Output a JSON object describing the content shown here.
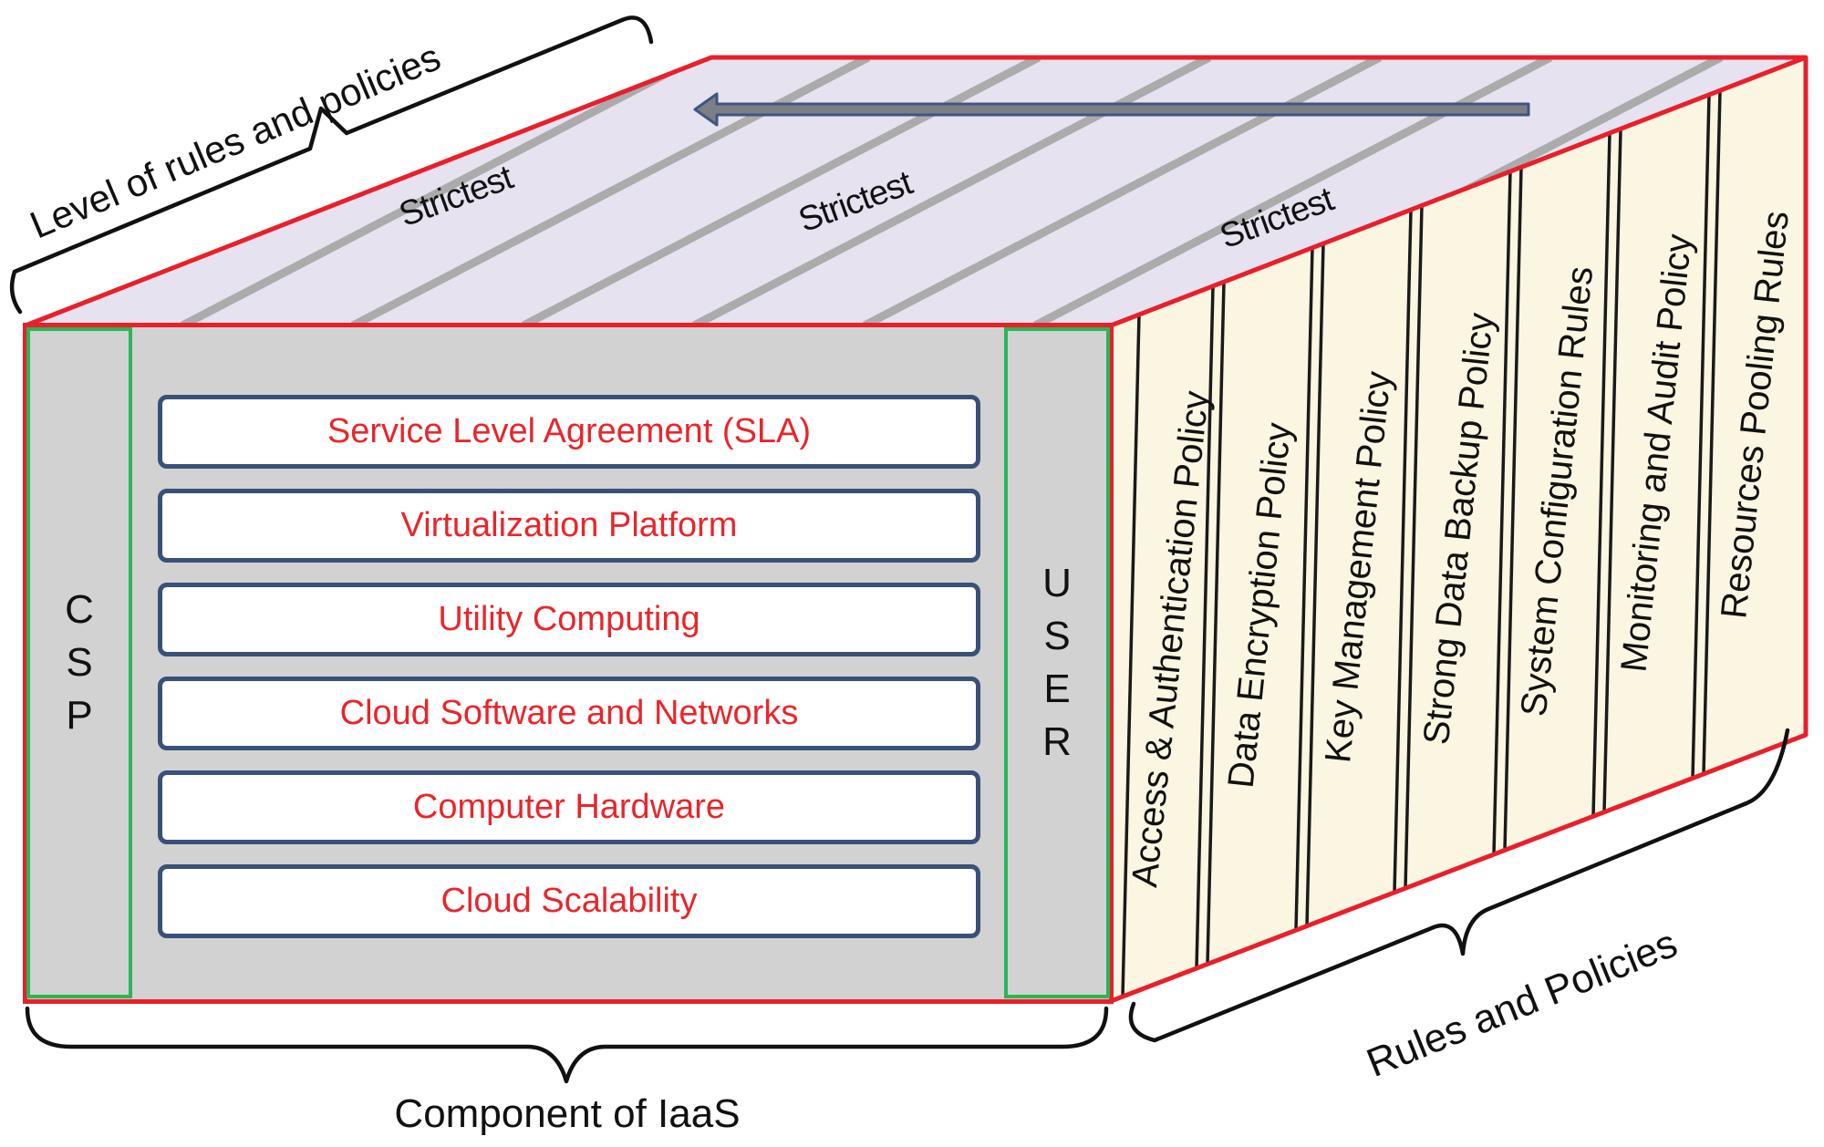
{
  "labels": {
    "axis_top": "Level of rules and policies",
    "axis_bottom": "Component of IaaS",
    "axis_right": "Rules and Policies"
  },
  "top_face": {
    "strictest": [
      "Strictest",
      "Strictest",
      "Strictest"
    ]
  },
  "front_face": {
    "csp": "C\nS\nP",
    "user": "U\nS\nE\nR",
    "components": [
      "Service Level Agreement (SLA)",
      "Virtualization Platform",
      "Utility Computing",
      "Cloud Software and Networks",
      "Computer Hardware",
      "Cloud Scalability"
    ]
  },
  "right_face": {
    "policies": [
      "Access & Authentication Policy",
      "Data Encryption Policy",
      "Key Management Policy",
      "Strong Data Backup Policy",
      "System Configuration Rules",
      "Monitoring and Audit Policy",
      "Resources Pooling Rules"
    ]
  },
  "icons": {
    "arrow": "left-arrow"
  },
  "colors": {
    "edge_red": "#E8202B",
    "column_green": "#2DB457",
    "box_border_blue": "#3A5078",
    "component_text_red": "#E8262B",
    "front_gray": "#D2D2D2",
    "top_lavender": "#E6E2F0",
    "stripe_gray": "#ABABAB",
    "right_cream": "#FBF6E2",
    "arrow_fill_gray": "#7E7E86",
    "arrow_border_blue": "#3E5681",
    "brace_black": "#111111"
  }
}
